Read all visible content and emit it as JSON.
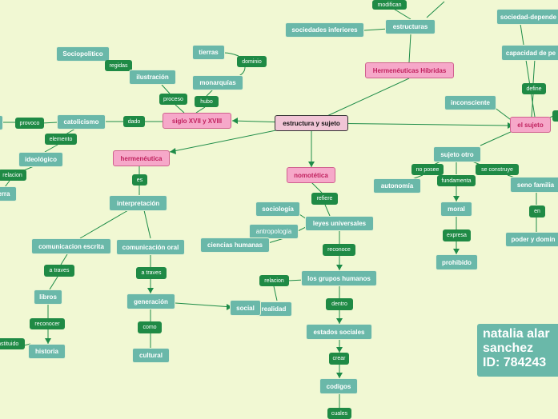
{
  "map": {
    "root": "estructura y sujeto",
    "topics": {
      "hermeneuticas_hibridas": "Hermenéuticas Híbridas",
      "siglo": "siglo XVII y XVIII",
      "hermeneutica": "hermenéutica",
      "nomotetica": "nomotética",
      "el_sujeto": "el sujeto"
    },
    "concepts": {
      "estructuras": "estructuras",
      "sociedades_inferiores": "sociedades inferiores",
      "sociedad_dependiente": "sociedad-depende",
      "capacidad": "capacidad de pe",
      "inconsciente": "inconsciente",
      "sujeto_otro": "sujeto otro",
      "autonomia": "autonomía",
      "seno_familiar": "seno familia",
      "moral": "moral",
      "prohibido": "prohibido",
      "poder": "poder y domin",
      "tierras": "tierras",
      "monarquias": "monarquías",
      "ilustracion": "ilustración",
      "sociopolitico": "Sociopolitico",
      "catolicismo": "catolicismo",
      "ideologico": "ideológico",
      "tierra": "tierra",
      "interpretacion": "interpretación",
      "com_escrita": "comunicacion escrita",
      "com_oral": "comunicación oral",
      "libros": "libros",
      "historia": "historia",
      "generacion": "generación",
      "cultural": "cultural",
      "social": "social",
      "realidad": "realidad",
      "sociologia": "sociología",
      "antropologia": "antropología",
      "ciencias_humanas": "ciencias humanas",
      "leyes": "leyes universales",
      "grupos": "los grupos humanos",
      "estados": "estados sociales",
      "codigos": "codigos"
    },
    "links": {
      "modifican": "modifican",
      "define": "define",
      "no_posee": "no posee",
      "se_construye": "se construye",
      "fundamenta": "fundamenta",
      "en": "en",
      "expresa": "expresa",
      "dominio": "dominio",
      "hubo": "hubo",
      "proceso": "proceso",
      "regidas": "regidas",
      "dado": "dado",
      "provoco": "provoco",
      "elemento": "elemento",
      "relacion": "relacion",
      "es": "es",
      "a_traves_1": "a traves",
      "a_traves_2": "a traves",
      "reconocer": "reconocer",
      "constituido": "constituido",
      "como": "como",
      "refiere": "refiere",
      "reconoce": "reconoce",
      "relacion_2": "relacion",
      "dentro": "dentro",
      "crear": "crear",
      "cuales": "cuales"
    }
  },
  "author": {
    "line1": "natalia alar",
    "line2": "sanchez",
    "line3": "ID: 784243"
  },
  "colors": {
    "background": "#f1f8d3",
    "concept": "#6ab8a9",
    "link_label": "#1f8a45",
    "topic": "#f6a8c9",
    "topic_text": "#c0215e",
    "root": "#f1c5d6",
    "connector": "#1e8c48"
  }
}
